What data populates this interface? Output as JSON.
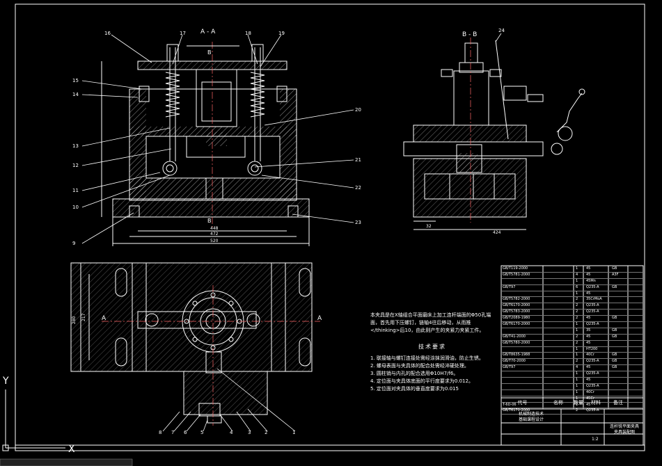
{
  "view_labels": {
    "section_aa": "A - A",
    "section_bb": "B - B",
    "section_a_left": "A",
    "section_a_right": "A",
    "section_b_top": "B",
    "section_b_bottom": "B"
  },
  "part_callouts_left": [
    "16",
    "17",
    "18",
    "19",
    "15",
    "14",
    "20",
    "13",
    "12",
    "21",
    "11",
    "22",
    "10",
    "23",
    "9"
  ],
  "part_callouts_right": [
    "24"
  ],
  "part_callouts_bottom": [
    "8",
    "7",
    "6",
    "5",
    "4",
    "3",
    "2",
    "1"
  ],
  "dimensions": {
    "d_448": "448",
    "d_472": "472",
    "d_520": "520",
    "d_424": "424",
    "d_32": "32",
    "d_280": "280",
    "d_217": "217"
  },
  "notes": {
    "intro": "本夹具是在X轴组合平面磨床上加工连杆端面的Φ50孔端面，首先用下压螺钉，链轴4往后移动，从而推</thinking>后10，由此则产生的夹紧力夹紧工件。",
    "tech_heading": "技术要求",
    "items": [
      "1. 联接轴与螺钉连接处需经涂抹润滑油，防止生锈。",
      "2. 螺母表面与夹具体的配合处需经淬硬处理。",
      "3. 圆柱销与内孔的配合选用Φ10H7/f6。",
      "4. 定位面与夹具体底面的平行度要求为0.012。",
      "5. 定位面对夹具体的垂直度要求为0.015"
    ]
  },
  "bom": {
    "headers": [
      "代号",
      "名称",
      "数量",
      "材料",
      "备注"
    ],
    "rows": [
      [
        "GB/T119-2000",
        "",
        "1",
        "45",
        "GB"
      ],
      [
        "GB/T5781-2000",
        "",
        "4",
        "45",
        "A3F"
      ],
      [
        "",
        "",
        "1",
        "45Mn",
        ""
      ],
      [
        "GB/T97",
        "",
        "6",
        "Q235-A",
        "GB"
      ],
      [
        "",
        "",
        "1",
        "45",
        ""
      ],
      [
        "GB/T5782-2000",
        "",
        "2",
        "35CrMoA",
        ""
      ],
      [
        "GB/T6170-2000",
        "",
        "2",
        "Q235-A",
        ""
      ],
      [
        "GB/T5783-2000",
        "",
        "2",
        "Q235-A",
        ""
      ],
      [
        "GB/T2089-1980",
        "",
        "2",
        "45",
        "GB"
      ],
      [
        "GB/T6170-2000",
        "",
        "1",
        "Q235-A",
        ""
      ],
      [
        "",
        "",
        "1",
        "35",
        "GB"
      ],
      [
        "GB/T41-2000",
        "",
        "2",
        "45",
        "GB"
      ],
      [
        "GB/T5780-2000",
        "",
        "2",
        "45",
        ""
      ],
      [
        "",
        "",
        "1",
        "HT200",
        ""
      ],
      [
        "GB/T8635-1988",
        "",
        "1",
        "40Cr",
        "GB"
      ],
      [
        "GB/T70-2000",
        "",
        "2",
        "Q235-A",
        "GB"
      ],
      [
        "GB/T97",
        "",
        "4",
        "45",
        "GB"
      ],
      [
        "",
        "",
        "1",
        "Q235-A",
        ""
      ],
      [
        "",
        "",
        "1",
        "45",
        ""
      ],
      [
        "",
        "",
        "1",
        "Q235-A",
        ""
      ],
      [
        "",
        "",
        "1",
        "40Cr",
        ""
      ],
      [
        "",
        "",
        "1",
        "45Cr",
        ""
      ],
      [
        "T-6D-06",
        "",
        "1",
        "45",
        ""
      ],
      [
        "GB/T6170-2000",
        "",
        "2",
        "Q235-A",
        ""
      ]
    ]
  },
  "title_block": {
    "school": "机械制造技术\n基础课程设计",
    "drawing_name": "连杆铣平面夹具\n夹具装配图",
    "scale": "1:2"
  },
  "ucs": {
    "x_label": "X",
    "y_label": "Y"
  }
}
